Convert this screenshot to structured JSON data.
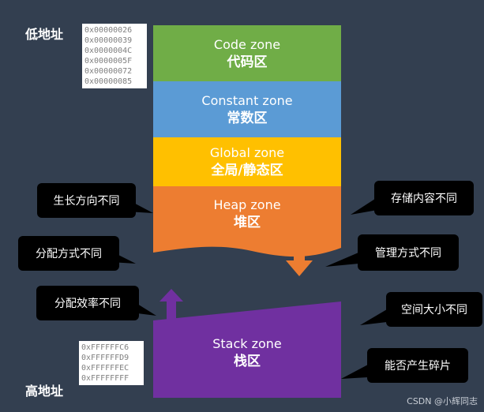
{
  "labels": {
    "low_address": "低地址",
    "high_address": "高地址"
  },
  "low_addresses": [
    "0x00000026",
    "0x00000039",
    "0x0000004C",
    "0x0000005F",
    "0x00000072",
    "0x00000085"
  ],
  "high_addresses": [
    "0xFFFFFFC6",
    "0xFFFFFFD9",
    "0xFFFFFFEC",
    "0xFFFFFFFF"
  ],
  "zones": {
    "code": {
      "en": "Code zone",
      "cn": "代码区",
      "color": "#70ad47"
    },
    "constant": {
      "en": "Constant zone",
      "cn": "常数区",
      "color": "#5b9bd5"
    },
    "global": {
      "en": "Global zone",
      "cn": "全局/静态区",
      "color": "#ffc000"
    },
    "heap": {
      "en": "Heap zone",
      "cn": "堆区",
      "color": "#ed7d31"
    },
    "stack": {
      "en": "Stack zone",
      "cn": "栈区",
      "color": "#7030a0"
    }
  },
  "callouts": {
    "growth_direction": "生长方向不同",
    "storage_content": "存储内容不同",
    "allocation_method": "分配方式不同",
    "management_method": "管理方式不同",
    "allocation_efficiency": "分配效率不同",
    "space_size": "空间大小不同",
    "fragmentation": "能否产生碎片"
  },
  "watermark": "CSDN @小辉同志"
}
